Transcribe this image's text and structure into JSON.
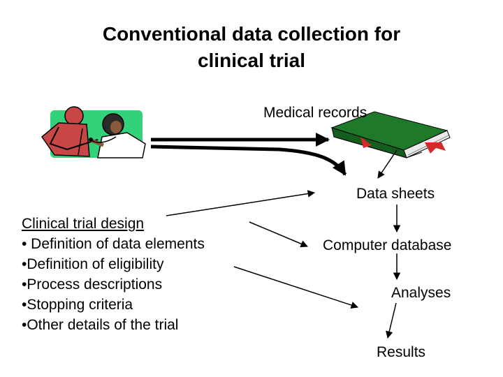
{
  "title": {
    "line1": "Conventional data collection for",
    "line2": "clinical trial"
  },
  "nodes": {
    "medical_records": "Medical records",
    "data_sheets": "Data sheets",
    "computer_database": "Computer database",
    "analyses": "Analyses",
    "results": "Results"
  },
  "design": {
    "heading": "Clinical trial design",
    "items": [
      "• Definition of data elements",
      "•Definition of eligibility",
      "•Process descriptions",
      "•Stopping criteria",
      "•Other details of the trial"
    ]
  },
  "colors": {
    "book_green": "#1e7a2a",
    "ribbon_red": "#d42a2a",
    "doctor_red": "#c84646",
    "patient_green": "#33d17a"
  }
}
